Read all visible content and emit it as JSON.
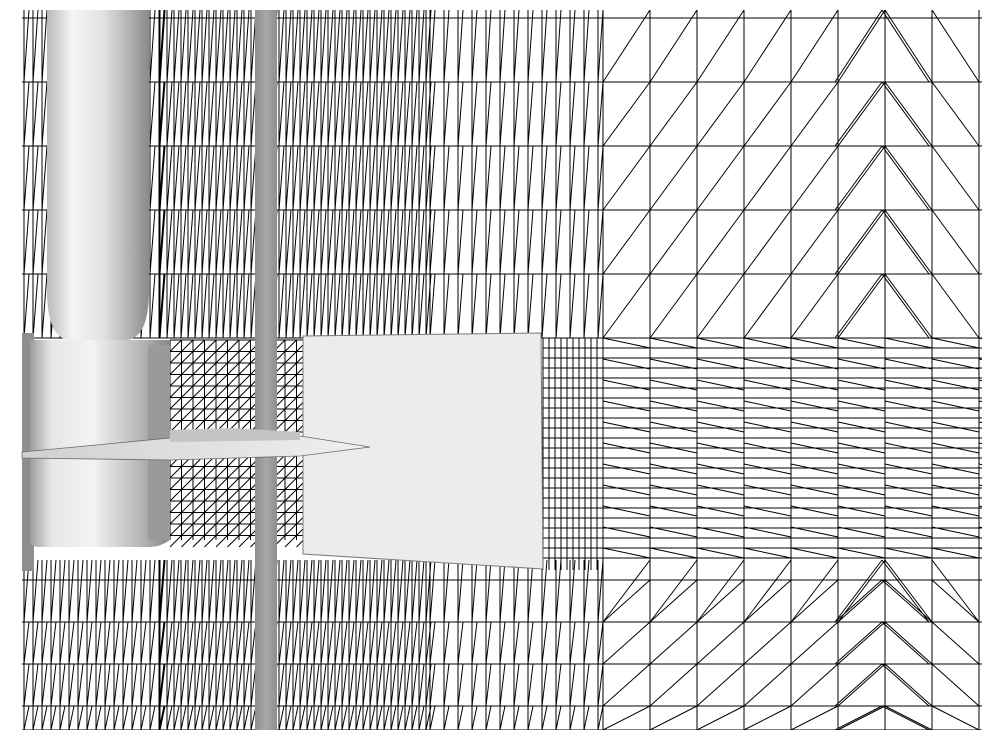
{
  "scene": {
    "kind": "3d-mesh-viewport",
    "background": "#ffffff",
    "mesh_line_color": "#000000",
    "surface_colors": {
      "cylinder_light": "#f2f2f2",
      "cylinder_mid": "#c8c8c8",
      "cylinder_dark": "#8e8e8e",
      "panel": "#ececec",
      "strip": "#9a9a9a",
      "plate_edge": "#7a7a7a"
    },
    "objects": [
      "vertical-cylinder",
      "cylinder-hub",
      "thin-blade-plate",
      "flat-panel",
      "vertical-strip",
      "triangulated-mesh"
    ]
  }
}
